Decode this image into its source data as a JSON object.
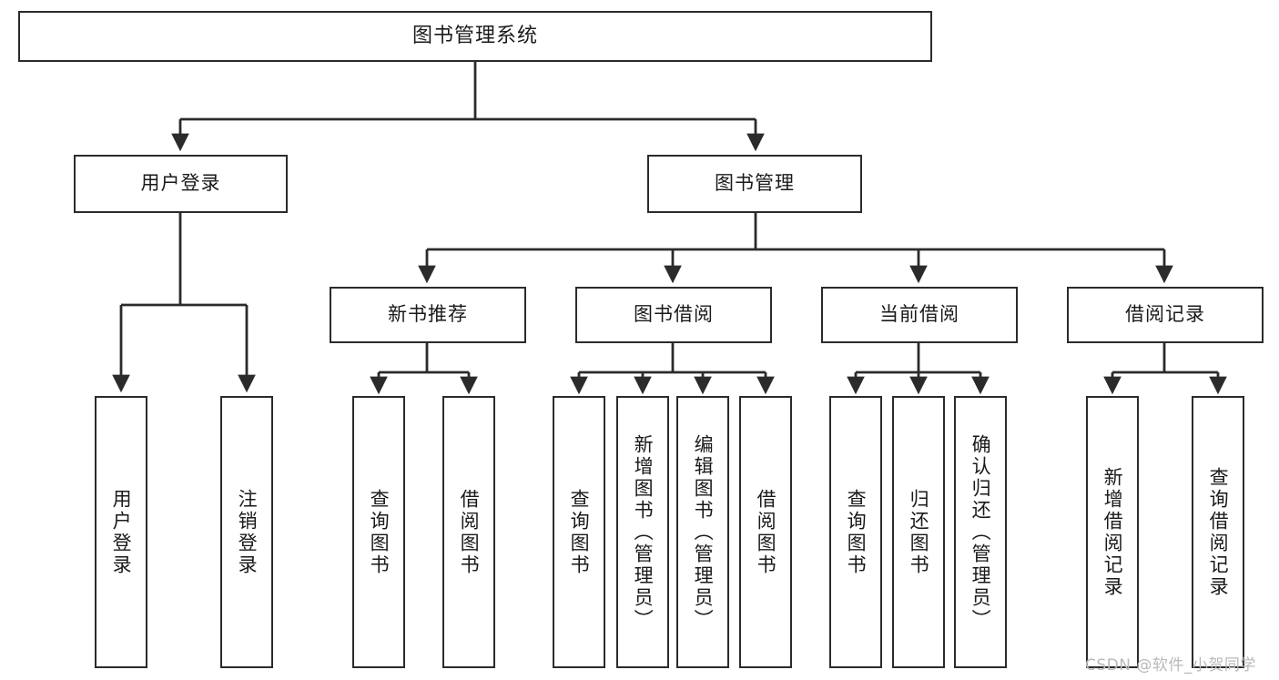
{
  "diagram": {
    "title": "图书管理系统",
    "watermark": "CSDN @软件_小贺同学",
    "stroke_color": "#2b2b2b",
    "fill_color": "#ffffff",
    "text_color": "#1a1a1a",
    "nodes": {
      "root": "图书管理系统",
      "level2": {
        "user_login": "用户登录",
        "book_manage": "图书管理"
      },
      "level3": {
        "new_book_recommend": "新书推荐",
        "book_borrow": "图书借阅",
        "current_borrow": "当前借阅",
        "borrow_record": "借阅记录"
      },
      "leaves": {
        "user_login_children": [
          "用户登录",
          "注销登录"
        ],
        "new_book_recommend_children": [
          "查询图书",
          "借阅图书"
        ],
        "book_borrow_children": [
          "查询图书",
          "新增图书（管理员）",
          "编辑图书（管理员）",
          "借阅图书"
        ],
        "current_borrow_children": [
          "查询图书",
          "归还图书",
          "确认归还（管理员）"
        ],
        "borrow_record_children": [
          "新增借阅记录",
          "查询借阅记录"
        ]
      }
    }
  }
}
